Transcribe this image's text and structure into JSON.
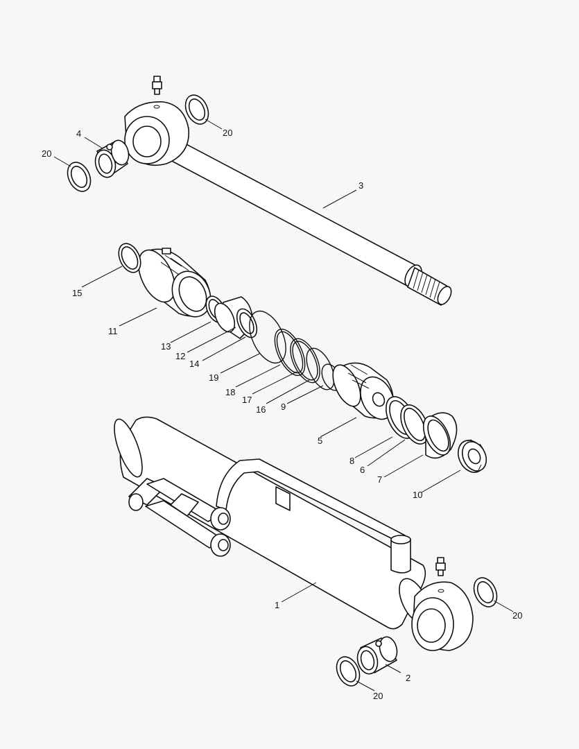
{
  "callouts": [
    {
      "id": "c1",
      "text": "1"
    },
    {
      "id": "c2",
      "text": "2"
    },
    {
      "id": "c3",
      "text": "3"
    },
    {
      "id": "c4",
      "text": "4"
    },
    {
      "id": "c5",
      "text": "5"
    },
    {
      "id": "c6",
      "text": "6"
    },
    {
      "id": "c7",
      "text": "7"
    },
    {
      "id": "c8",
      "text": "8"
    },
    {
      "id": "c9",
      "text": "9"
    },
    {
      "id": "c10",
      "text": "10"
    },
    {
      "id": "c11",
      "text": "11"
    },
    {
      "id": "c12",
      "text": "12"
    },
    {
      "id": "c13",
      "text": "13"
    },
    {
      "id": "c14",
      "text": "14"
    },
    {
      "id": "c15",
      "text": "15"
    },
    {
      "id": "c16",
      "text": "16"
    },
    {
      "id": "c17",
      "text": "17"
    },
    {
      "id": "c18",
      "text": "18"
    },
    {
      "id": "c19",
      "text": "19"
    },
    {
      "id": "c20a",
      "text": "20"
    },
    {
      "id": "c20b",
      "text": "20"
    },
    {
      "id": "c20c",
      "text": "20"
    },
    {
      "id": "c20d",
      "text": "20"
    }
  ]
}
